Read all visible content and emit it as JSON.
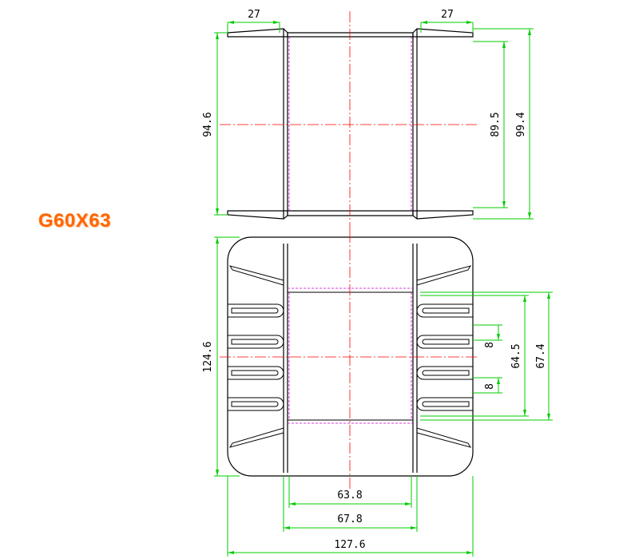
{
  "part_label": "G60X63",
  "colors": {
    "label": "#ff6600",
    "dimension": "#00cc00",
    "object_line": "#000000",
    "center_line": "#ff0000",
    "hidden_line": "#cc00cc"
  },
  "dimensions": {
    "top_left_flange": "27",
    "top_right_flange": "27",
    "top_left_height": "94.6",
    "top_right_inner_height": "89.5",
    "top_right_outer_height": "99.4",
    "front_left_height": "124.6",
    "slot_upper": "8",
    "slot_lower": "8",
    "window_height_inner": "64.5",
    "window_height_outer": "67.4",
    "bottom_inner_width": "63.8",
    "bottom_middle_width": "67.8",
    "bottom_overall_width": "127.6"
  }
}
